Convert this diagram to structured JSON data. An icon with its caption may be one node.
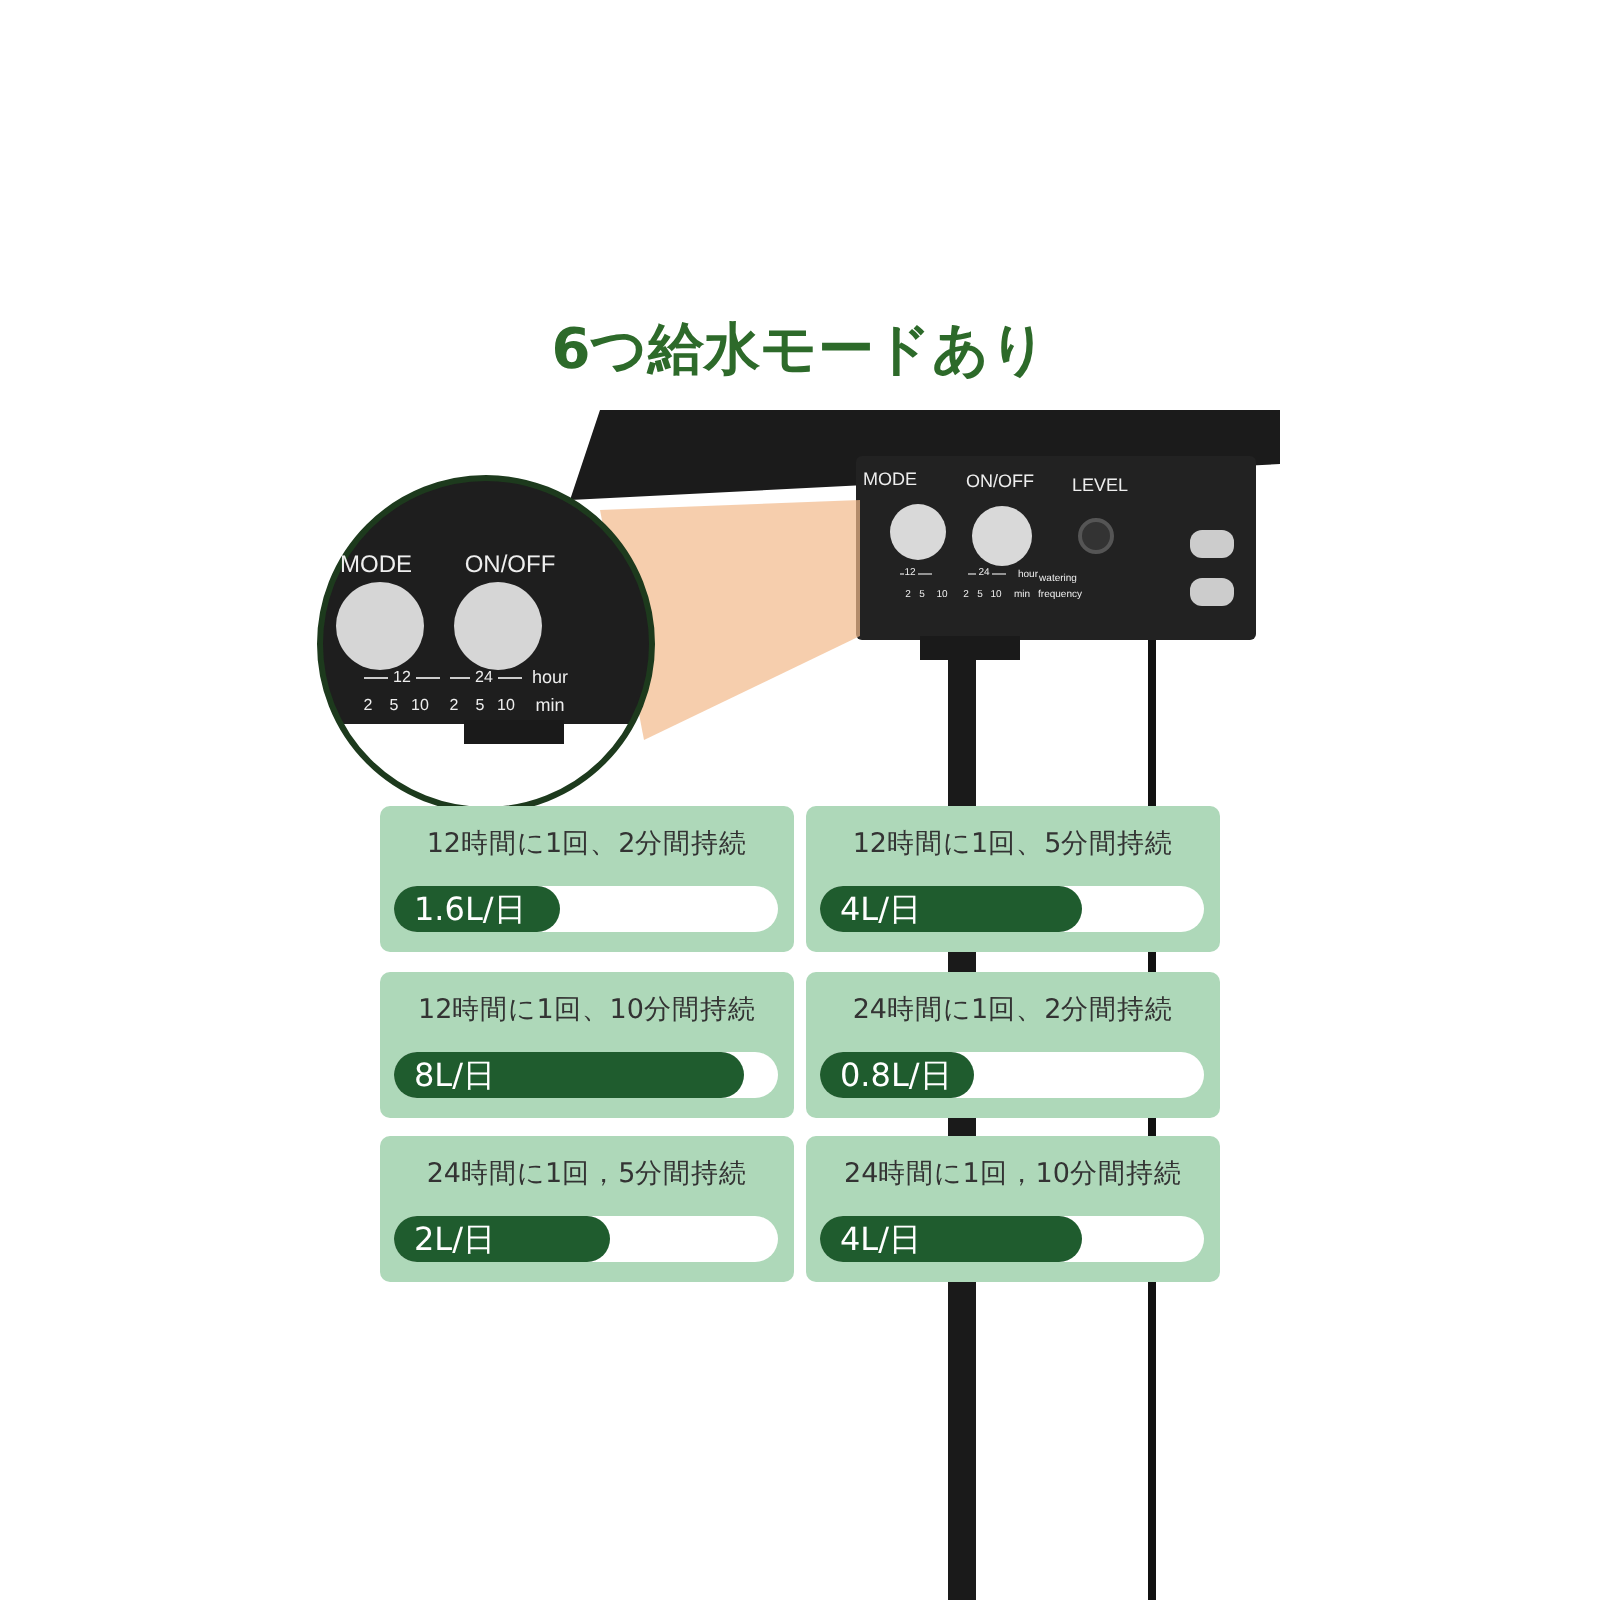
{
  "diagram": {
    "title": "6つ給水モードあり",
    "nodes": [
      {
        "text": [
          "12時間に1回、2分間持続",
          "1.6L/日"
        ]
      },
      {
        "text": [
          "12時間に1回、5分間持続",
          "4L/日"
        ]
      },
      {
        "text": [
          "12時間に1回、10分間持続",
          "8L/日"
        ]
      },
      {
        "text": [
          "24時間に1回、2分間持続",
          "0.8L/日"
        ]
      },
      {
        "text": [
          "24時間に1回，5分間持続",
          "2L/日"
        ]
      },
      {
        "text": [
          "24時間に1回，10分間持続",
          "4L/日"
        ]
      }
    ],
    "labels": [
      "MODE",
      "ON/OFF",
      "LEVEL",
      "12",
      "24",
      "hour",
      "2",
      "5",
      "10",
      "2",
      "5",
      "10",
      "min",
      "watering",
      "frequency",
      "MODE",
      "ON/OFF",
      "12",
      "24",
      "hour",
      "2",
      "5",
      "10",
      "2",
      "5",
      "10",
      "min"
    ]
  }
}
